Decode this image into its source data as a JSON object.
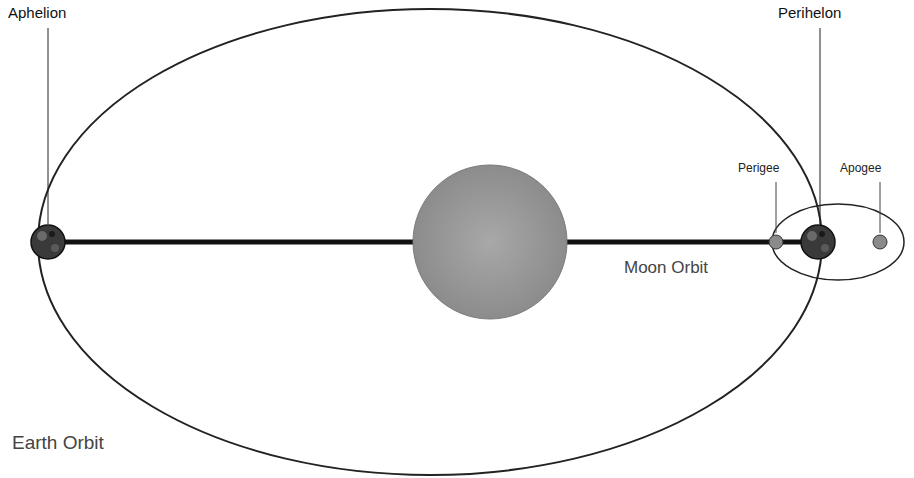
{
  "diagram": {
    "labels": [
      "Aphelion",
      "Perihelon",
      "Perigee",
      "Apogee",
      "Moon Orbit",
      "Earth Orbit"
    ]
  }
}
